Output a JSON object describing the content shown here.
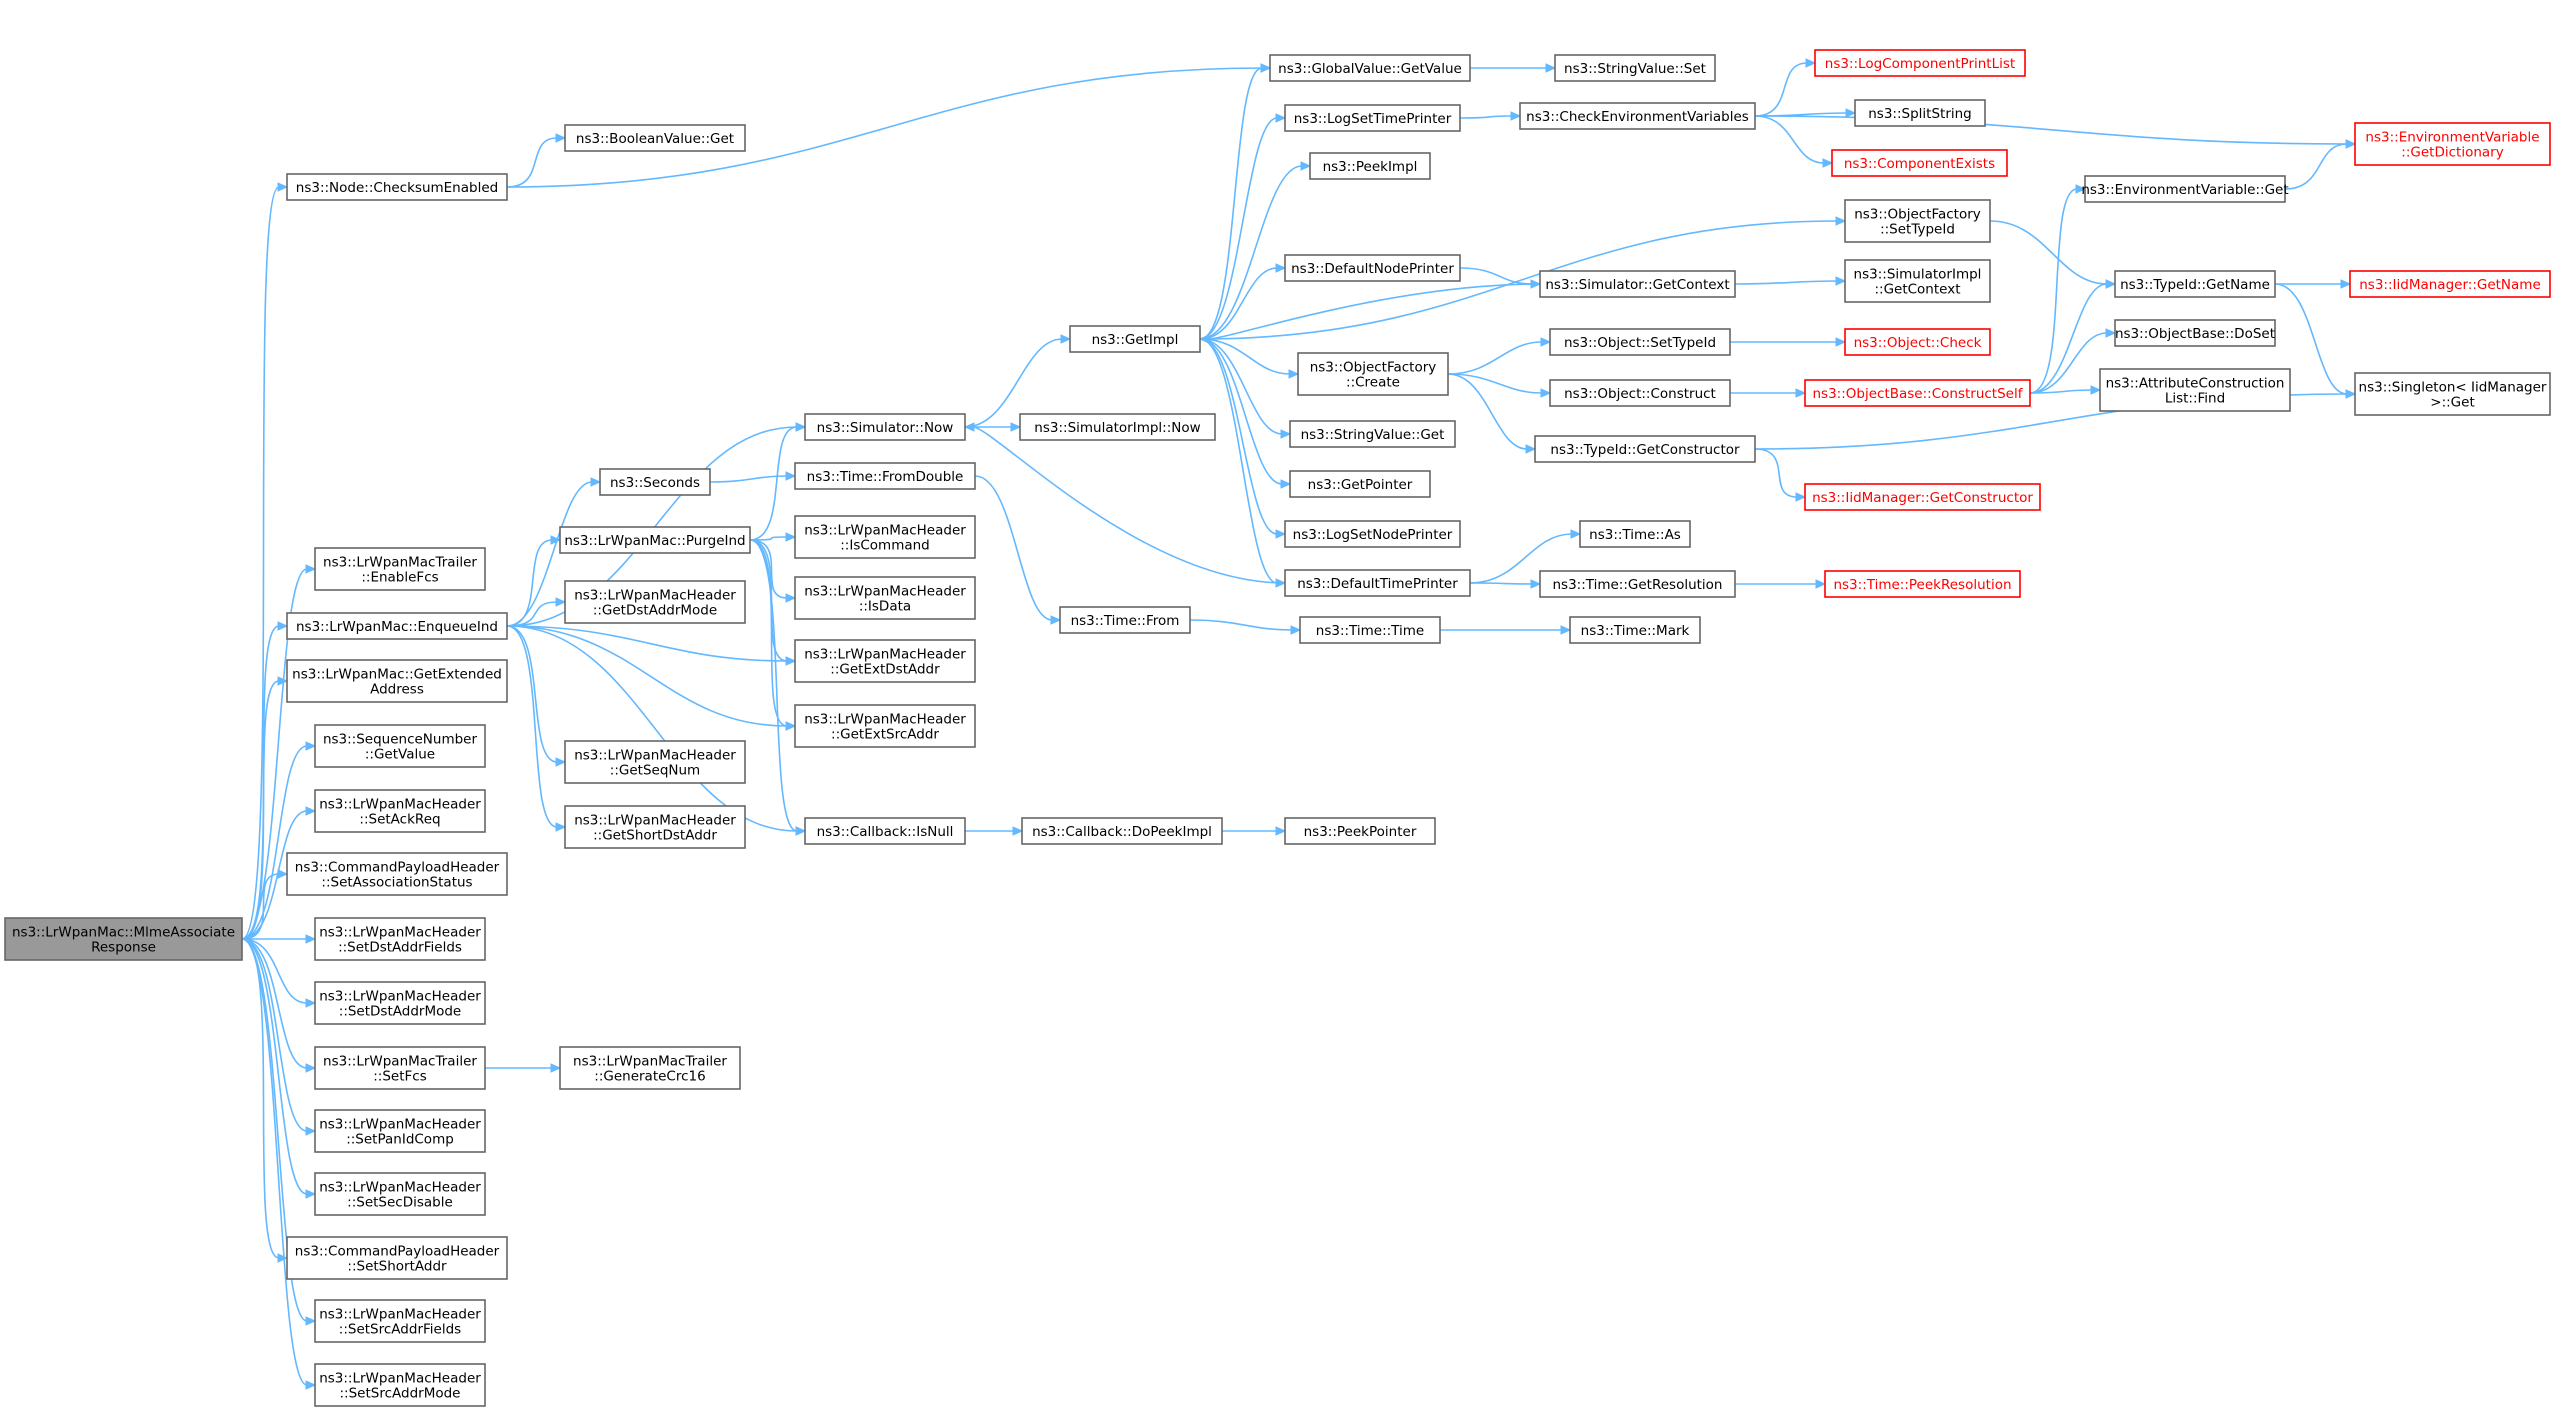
{
  "graph": {
    "title": "",
    "colors": {
      "edge": "#63b8ff",
      "node_border": "#666666",
      "truncated_border": "#ff0000",
      "root_fill": "#999999"
    },
    "nodes": [
      {
        "id": "root",
        "lines": [
          "ns3::LrWpanMac::MlmeAssociate",
          "Response"
        ],
        "style": "root"
      },
      {
        "id": "checksum",
        "lines": [
          "ns3::Node::ChecksumEnabled"
        ]
      },
      {
        "id": "boolget",
        "lines": [
          "ns3::BooleanValue::Get"
        ]
      },
      {
        "id": "gvget",
        "lines": [
          "ns3::GlobalValue::GetValue"
        ]
      },
      {
        "id": "svset",
        "lines": [
          "ns3::StringValue::Set"
        ]
      },
      {
        "id": "enablefcs",
        "lines": [
          "ns3::LrWpanMacTrailer",
          "::EnableFcs"
        ]
      },
      {
        "id": "enqueue",
        "lines": [
          "ns3::LrWpanMac::EnqueueInd"
        ]
      },
      {
        "id": "getext",
        "lines": [
          "ns3::LrWpanMac::GetExtended",
          "Address"
        ]
      },
      {
        "id": "seqget",
        "lines": [
          "ns3::SequenceNumber",
          "::GetValue"
        ]
      },
      {
        "id": "setackreq",
        "lines": [
          "ns3::LrWpanMacHeader",
          "::SetAckReq"
        ]
      },
      {
        "id": "setassoc",
        "lines": [
          "ns3::CommandPayloadHeader",
          "::SetAssociationStatus"
        ]
      },
      {
        "id": "setdstfields",
        "lines": [
          "ns3::LrWpanMacHeader",
          "::SetDstAddrFields"
        ]
      },
      {
        "id": "setdstmode",
        "lines": [
          "ns3::LrWpanMacHeader",
          "::SetDstAddrMode"
        ]
      },
      {
        "id": "setfcs",
        "lines": [
          "ns3::LrWpanMacTrailer",
          "::SetFcs"
        ]
      },
      {
        "id": "gencrc",
        "lines": [
          "ns3::LrWpanMacTrailer",
          "::GenerateCrc16"
        ]
      },
      {
        "id": "setpanid",
        "lines": [
          "ns3::LrWpanMacHeader",
          "::SetPanIdComp"
        ]
      },
      {
        "id": "setsecdis",
        "lines": [
          "ns3::LrWpanMacHeader",
          "::SetSecDisable"
        ]
      },
      {
        "id": "setshort",
        "lines": [
          "ns3::CommandPayloadHeader",
          "::SetShortAddr"
        ]
      },
      {
        "id": "setsrcfields",
        "lines": [
          "ns3::LrWpanMacHeader",
          "::SetSrcAddrFields"
        ]
      },
      {
        "id": "setsrcmode",
        "lines": [
          "ns3::LrWpanMacHeader",
          "::SetSrcAddrMode"
        ]
      },
      {
        "id": "simnow",
        "lines": [
          "ns3::Simulator::Now"
        ]
      },
      {
        "id": "seconds",
        "lines": [
          "ns3::Seconds"
        ]
      },
      {
        "id": "purge",
        "lines": [
          "ns3::LrWpanMac::PurgeInd"
        ]
      },
      {
        "id": "getdstmode",
        "lines": [
          "ns3::LrWpanMacHeader",
          "::GetDstAddrMode"
        ]
      },
      {
        "id": "getseqnum",
        "lines": [
          "ns3::LrWpanMacHeader",
          "::GetSeqNum"
        ]
      },
      {
        "id": "getshortdst",
        "lines": [
          "ns3::LrWpanMacHeader",
          "::GetShortDstAddr"
        ]
      },
      {
        "id": "iscommand",
        "lines": [
          "ns3::LrWpanMacHeader",
          "::IsCommand"
        ]
      },
      {
        "id": "isdata",
        "lines": [
          "ns3::LrWpanMacHeader",
          "::IsData"
        ]
      },
      {
        "id": "getextdst",
        "lines": [
          "ns3::LrWpanMacHeader",
          "::GetExtDstAddr"
        ]
      },
      {
        "id": "getextsrc",
        "lines": [
          "ns3::LrWpanMacHeader",
          "::GetExtSrcAddr"
        ]
      },
      {
        "id": "isnull",
        "lines": [
          "ns3::Callback::IsNull"
        ]
      },
      {
        "id": "dopeek",
        "lines": [
          "ns3::Callback::DoPeekImpl"
        ]
      },
      {
        "id": "peekptr",
        "lines": [
          "ns3::PeekPointer"
        ]
      },
      {
        "id": "fromdouble",
        "lines": [
          "ns3::Time::FromDouble"
        ]
      },
      {
        "id": "timefrom",
        "lines": [
          "ns3::Time::From"
        ]
      },
      {
        "id": "timetime",
        "lines": [
          "ns3::Time::Time"
        ]
      },
      {
        "id": "timemark",
        "lines": [
          "ns3::Time::Mark"
        ]
      },
      {
        "id": "getimpl",
        "lines": [
          "ns3::GetImpl"
        ]
      },
      {
        "id": "simimplnow",
        "lines": [
          "ns3::SimulatorImpl::Now"
        ]
      },
      {
        "id": "logsettime",
        "lines": [
          "ns3::LogSetTimePrinter"
        ]
      },
      {
        "id": "checkenv",
        "lines": [
          "ns3::CheckEnvironmentVariables"
        ]
      },
      {
        "id": "logcomp",
        "lines": [
          "ns3::LogComponentPrintList"
        ],
        "style": "trunc"
      },
      {
        "id": "splitstr",
        "lines": [
          "ns3::SplitString"
        ]
      },
      {
        "id": "compexists",
        "lines": [
          "ns3::ComponentExists"
        ],
        "style": "trunc"
      },
      {
        "id": "envdict",
        "lines": [
          "ns3::EnvironmentVariable",
          "::GetDictionary"
        ],
        "style": "trunc"
      },
      {
        "id": "peekimpl",
        "lines": [
          "ns3::PeekImpl"
        ]
      },
      {
        "id": "ofsettype",
        "lines": [
          "ns3::ObjectFactory",
          "::SetTypeId"
        ]
      },
      {
        "id": "defnode",
        "lines": [
          "ns3::DefaultNodePrinter"
        ]
      },
      {
        "id": "simgetctx",
        "lines": [
          "ns3::Simulator::GetContext"
        ]
      },
      {
        "id": "simimplctx",
        "lines": [
          "ns3::SimulatorImpl",
          "::GetContext"
        ]
      },
      {
        "id": "ofcreate",
        "lines": [
          "ns3::ObjectFactory",
          "::Create"
        ]
      },
      {
        "id": "objsettype",
        "lines": [
          "ns3::Object::SetTypeId"
        ]
      },
      {
        "id": "objcheck",
        "lines": [
          "ns3::Object::Check"
        ],
        "style": "trunc"
      },
      {
        "id": "objconstruct",
        "lines": [
          "ns3::Object::Construct"
        ]
      },
      {
        "id": "constructself",
        "lines": [
          "ns3::ObjectBase::ConstructSelf"
        ],
        "style": "trunc"
      },
      {
        "id": "svget",
        "lines": [
          "ns3::StringValue::Get"
        ]
      },
      {
        "id": "getctor",
        "lines": [
          "ns3::TypeId::GetConstructor"
        ]
      },
      {
        "id": "iidctor",
        "lines": [
          "ns3::IidManager::GetConstructor"
        ],
        "style": "trunc"
      },
      {
        "id": "getpointer",
        "lines": [
          "ns3::GetPointer"
        ]
      },
      {
        "id": "logsetnode",
        "lines": [
          "ns3::LogSetNodePrinter"
        ]
      },
      {
        "id": "deftime",
        "lines": [
          "ns3::DefaultTimePrinter"
        ]
      },
      {
        "id": "timeas",
        "lines": [
          "ns3::Time::As"
        ]
      },
      {
        "id": "timegetres",
        "lines": [
          "ns3::Time::GetResolution"
        ]
      },
      {
        "id": "peekres",
        "lines": [
          "ns3::Time::PeekResolution"
        ],
        "style": "trunc"
      },
      {
        "id": "envget",
        "lines": [
          "ns3::EnvironmentVariable::Get"
        ]
      },
      {
        "id": "typegetname",
        "lines": [
          "ns3::TypeId::GetName"
        ]
      },
      {
        "id": "iidgetname",
        "lines": [
          "ns3::IidManager::GetName"
        ],
        "style": "trunc"
      },
      {
        "id": "doset",
        "lines": [
          "ns3::ObjectBase::DoSet"
        ]
      },
      {
        "id": "attrfind",
        "lines": [
          "ns3::AttributeConstruction",
          "List::Find"
        ]
      },
      {
        "id": "singleton",
        "lines": [
          "ns3::Singleton< IidManager",
          ">::Get"
        ]
      }
    ],
    "edges": [
      [
        "root",
        "checksum"
      ],
      [
        "root",
        "enablefcs"
      ],
      [
        "root",
        "enqueue"
      ],
      [
        "root",
        "getext"
      ],
      [
        "root",
        "seqget"
      ],
      [
        "root",
        "setackreq"
      ],
      [
        "root",
        "setassoc"
      ],
      [
        "root",
        "setdstfields"
      ],
      [
        "root",
        "setdstmode"
      ],
      [
        "root",
        "setfcs"
      ],
      [
        "root",
        "setpanid"
      ],
      [
        "root",
        "setsecdis"
      ],
      [
        "root",
        "setshort"
      ],
      [
        "root",
        "setsrcfields"
      ],
      [
        "root",
        "setsrcmode"
      ],
      [
        "checksum",
        "boolget"
      ],
      [
        "checksum",
        "gvget"
      ],
      [
        "gvget",
        "svset"
      ],
      [
        "setfcs",
        "gencrc"
      ],
      [
        "enqueue",
        "simnow"
      ],
      [
        "enqueue",
        "seconds"
      ],
      [
        "enqueue",
        "purge"
      ],
      [
        "enqueue",
        "getdstmode"
      ],
      [
        "enqueue",
        "getextdst"
      ],
      [
        "enqueue",
        "getextsrc"
      ],
      [
        "enqueue",
        "getseqnum"
      ],
      [
        "enqueue",
        "getshortdst"
      ],
      [
        "enqueue",
        "isnull"
      ],
      [
        "seconds",
        "fromdouble"
      ],
      [
        "purge",
        "simnow"
      ],
      [
        "purge",
        "iscommand"
      ],
      [
        "purge",
        "isdata"
      ],
      [
        "purge",
        "getextdst"
      ],
      [
        "purge",
        "getextsrc"
      ],
      [
        "purge",
        "isnull"
      ],
      [
        "isnull",
        "dopeek"
      ],
      [
        "dopeek",
        "peekptr"
      ],
      [
        "fromdouble",
        "timefrom"
      ],
      [
        "timefrom",
        "timetime"
      ],
      [
        "timetime",
        "timemark"
      ],
      [
        "simnow",
        "getimpl"
      ],
      [
        "simnow",
        "simimplnow"
      ],
      [
        "getimpl",
        "gvget"
      ],
      [
        "getimpl",
        "logsettime"
      ],
      [
        "getimpl",
        "peekimpl"
      ],
      [
        "getimpl",
        "ofsettype"
      ],
      [
        "getimpl",
        "defnode"
      ],
      [
        "getimpl",
        "ofcreate"
      ],
      [
        "getimpl",
        "svget"
      ],
      [
        "getimpl",
        "getpointer"
      ],
      [
        "getimpl",
        "logsetnode"
      ],
      [
        "getimpl",
        "deftime"
      ],
      [
        "logsettime",
        "checkenv"
      ],
      [
        "checkenv",
        "logcomp"
      ],
      [
        "checkenv",
        "splitstr"
      ],
      [
        "checkenv",
        "compexists"
      ],
      [
        "checkenv",
        "envdict"
      ],
      [
        "ofsettype",
        "typegetname"
      ],
      [
        "defnode",
        "simgetctx"
      ],
      [
        "simgetctx",
        "simimplctx"
      ],
      [
        "simgetctx",
        "getimpl"
      ],
      [
        "ofcreate",
        "objsettype"
      ],
      [
        "ofcreate",
        "objconstruct"
      ],
      [
        "ofcreate",
        "getctor"
      ],
      [
        "objsettype",
        "objcheck"
      ],
      [
        "objconstruct",
        "constructself"
      ],
      [
        "constructself",
        "envget"
      ],
      [
        "constructself",
        "typegetname"
      ],
      [
        "constructself",
        "doset"
      ],
      [
        "constructself",
        "attrfind"
      ],
      [
        "getctor",
        "singleton"
      ],
      [
        "getctor",
        "iidctor"
      ],
      [
        "deftime",
        "simnow"
      ],
      [
        "deftime",
        "timeas"
      ],
      [
        "deftime",
        "timegetres"
      ],
      [
        "timegetres",
        "peekres"
      ],
      [
        "envget",
        "envdict"
      ],
      [
        "typegetname",
        "iidgetname"
      ],
      [
        "typegetname",
        "singleton"
      ]
    ]
  }
}
